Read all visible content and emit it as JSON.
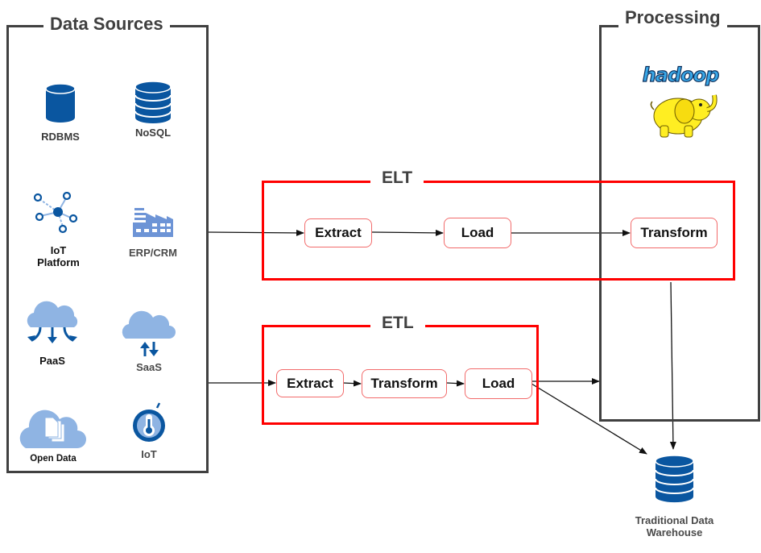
{
  "colors": {
    "icon_dark_blue": "#0a56a0",
    "icon_light_blue": "#8fb4e3",
    "frame_gray": "#404040",
    "pipeline_red": "#ff0000",
    "step_border": "#f26b6b",
    "hadoop_blue": "#3aa8e8",
    "hadoop_yellow": "#ffee22"
  },
  "data_sources": {
    "title": "Data Sources",
    "items": [
      {
        "label": "RDBMS",
        "icon": "database-icon"
      },
      {
        "label": "NoSQL",
        "icon": "stacked-database-icon"
      },
      {
        "label": "IoT Platform",
        "line1": "IoT",
        "line2": "Platform",
        "icon": "network-hub-icon"
      },
      {
        "label": "ERP/CRM",
        "icon": "factory-icon"
      },
      {
        "label": "PaaS",
        "icon": "cloud-arrows-down-icon"
      },
      {
        "label": "SaaS",
        "icon": "cloud-sync-icon"
      },
      {
        "label": "Open Data",
        "icon": "cloud-documents-icon"
      },
      {
        "label": "IoT",
        "icon": "thermometer-sensor-icon"
      }
    ]
  },
  "processing": {
    "title": "Processing",
    "logo_text": "hadoop"
  },
  "elt": {
    "title": "ELT",
    "steps": [
      "Extract",
      "Load",
      "Transform"
    ]
  },
  "etl": {
    "title": "ETL",
    "steps": [
      "Extract",
      "Transform",
      "Load"
    ]
  },
  "warehouse": {
    "line1": "Traditional Data",
    "line2": "Warehouse",
    "icon": "stacked-database-icon"
  }
}
